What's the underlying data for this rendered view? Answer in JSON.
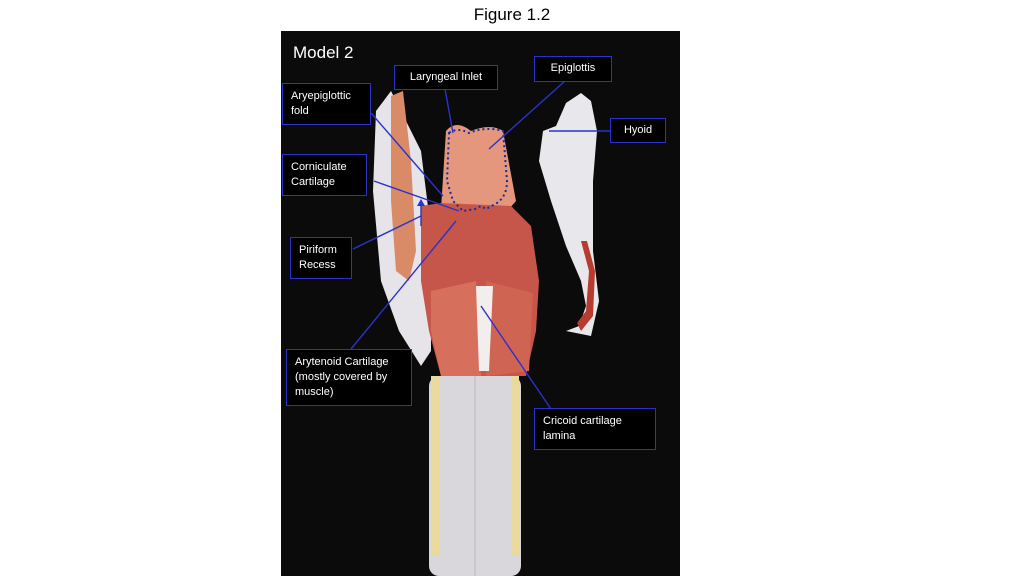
{
  "figure_title": "Figure 1.2",
  "model_label": "Model 2",
  "colors": {
    "background": "#000000",
    "callout_border": "#2b32c8",
    "leader_line": "#2b32c8",
    "text": "#ffffff"
  },
  "labels": {
    "laryngeal_inlet": "Laryngeal Inlet",
    "epiglottis": "Epiglottis",
    "aryepiglottic_fold": [
      "Aryepiglottic",
      "fold"
    ],
    "hyoid": "Hyoid",
    "corniculate_cartilage": [
      "Corniculate",
      "Cartilage"
    ],
    "piriform_recess": [
      "Piriform",
      "Recess"
    ],
    "arytenoid_cartilage": [
      "Arytenoid Cartilage",
      "(mostly covered by",
      "muscle)"
    ],
    "cricoid_cartilage_lamina": [
      "Cricoid cartilage",
      "lamina"
    ]
  }
}
